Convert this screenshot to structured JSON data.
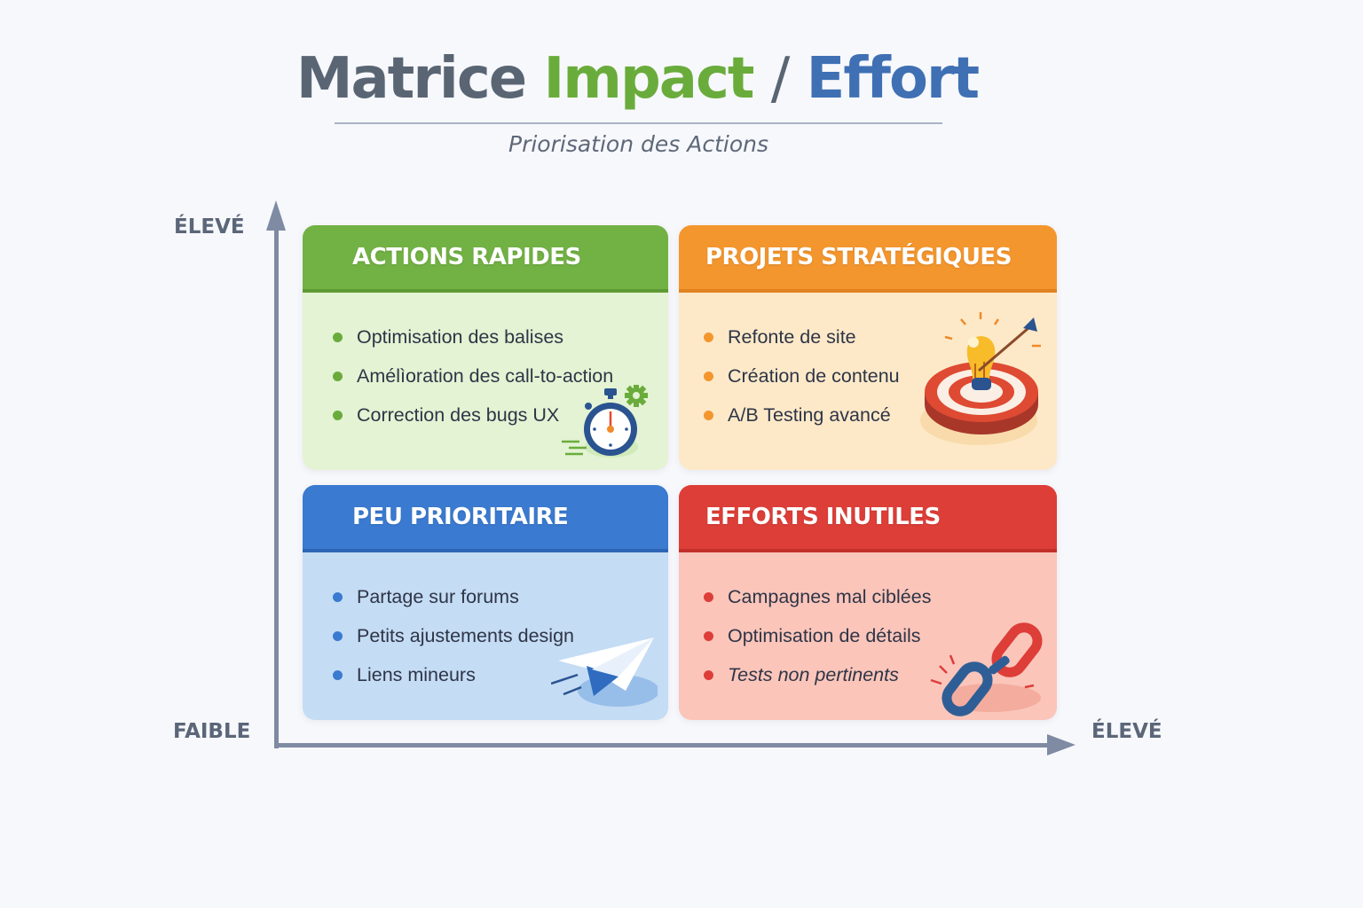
{
  "header": {
    "title_part1": "Matrice",
    "title_part2": "Impact",
    "title_separator": "/",
    "title_part3": "Effort",
    "subtitle": "Priorisation des Actions"
  },
  "axes": {
    "y_high_label": "ÉLEVÉ",
    "origin_label": "FAIBLE",
    "x_high_label": "ÉLEVÉ",
    "color": "#7f8aa3"
  },
  "quadrants": [
    {
      "id": "top-left",
      "title": "ACTIONS RAPIDES",
      "color": "#72b144",
      "bg": "#e3f3d3",
      "icon": "stopwatch-icon",
      "items": [
        "Optimisation des balises",
        "Amélìoration des call-to-action",
        "Correction des bugs UX"
      ]
    },
    {
      "id": "top-right",
      "title": "PROJETS STRATÉGIQUES",
      "color": "#f4962e",
      "bg": "#fde9c8",
      "icon": "lightbulb-target-icon",
      "items": [
        "Refonte de site",
        "Création de contenu",
        "A/B Testing avancé"
      ]
    },
    {
      "id": "bottom-left",
      "title": "PEU PRIORITAIRE",
      "color": "#3a7ad0",
      "bg": "#c4dcf4",
      "icon": "paper-plane-icon",
      "items": [
        "Partage sur forums",
        "Petits ajustements design",
        "Liens mineurs"
      ]
    },
    {
      "id": "bottom-right",
      "title": "EFFORTS INUTILES",
      "color": "#dd3e38",
      "bg": "#fbc5ba",
      "icon": "broken-chain-icon",
      "items": [
        "Campagnes mal ciblées",
        "Optimisation de détails",
        "Tests non pertinents"
      ]
    }
  ]
}
